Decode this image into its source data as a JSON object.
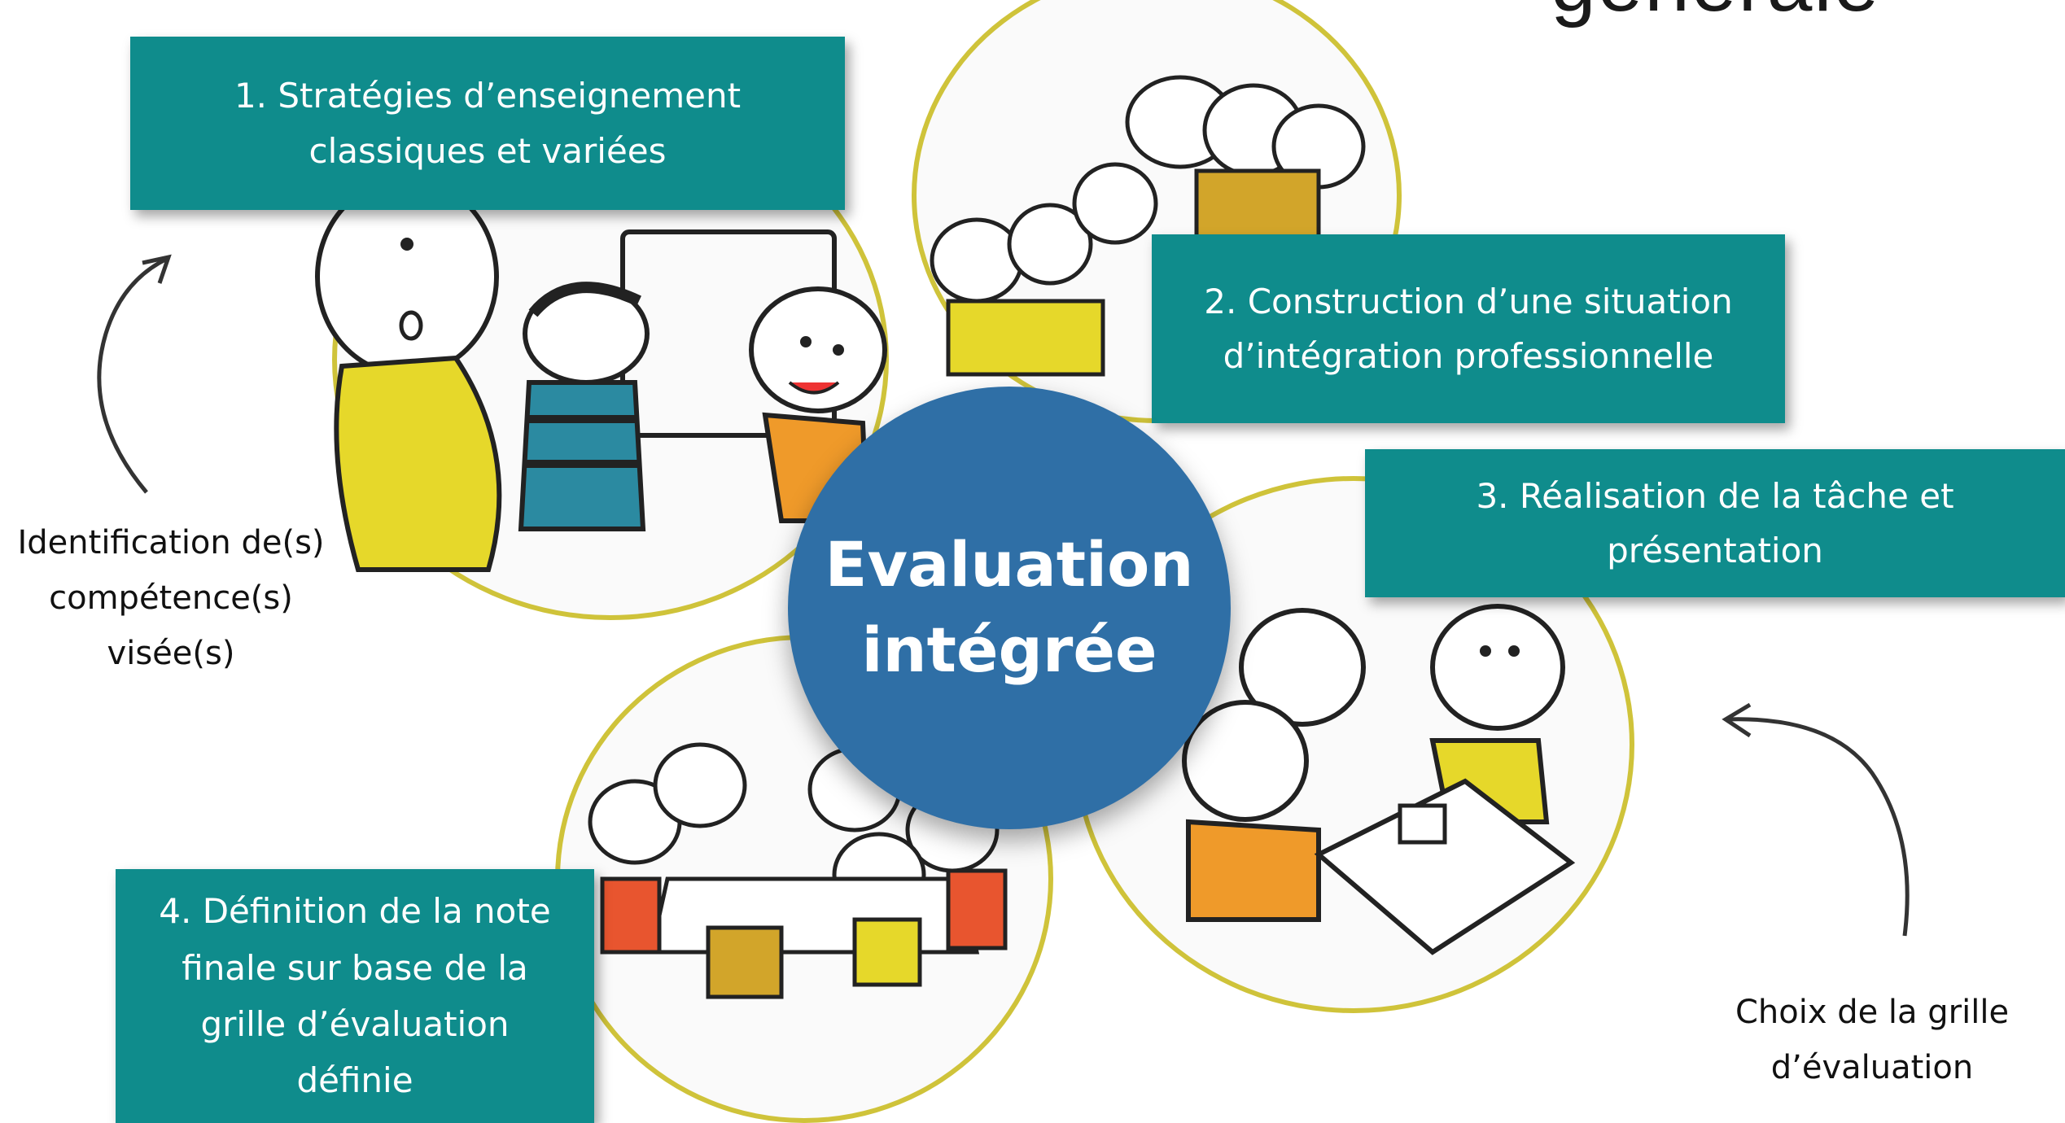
{
  "title_fragment": "générale",
  "hub": {
    "line1": "Evaluation",
    "line2": "intégrée",
    "color": "#2f6fa6"
  },
  "steps": [
    {
      "line1": "1. Stratégies d’enseignement",
      "line2": "classiques et variées"
    },
    {
      "line1": "2. Construction d’une situation",
      "line2": "d’intégration professionnelle"
    },
    {
      "line1": "3. Réalisation de la tâche et",
      "line2": "présentation"
    },
    {
      "line1": "4. Définition de la note",
      "line2": "finale sur base de la",
      "line3": "grille d’évaluation",
      "line4": "définie"
    }
  ],
  "notes": {
    "left": {
      "line1": "Identification de(s)",
      "line2": "compétence(s)",
      "line3": "visée(s)"
    },
    "right": {
      "line1": "Choix de la grille",
      "line2": "d’évaluation"
    }
  },
  "colors": {
    "teal": "#0f8c8c",
    "ring": "#cfc33a",
    "shirt_yellow": "#e6d82a",
    "shirt_orange": "#ef9a2a"
  }
}
